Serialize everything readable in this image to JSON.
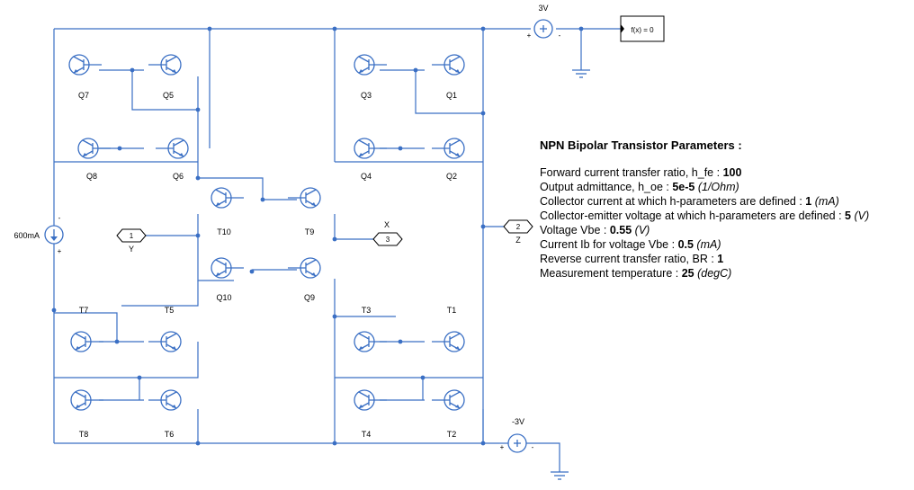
{
  "supplies": {
    "vpos_label": "3V",
    "vneg_label": "-3V",
    "isrc_label": "600mA",
    "plus": "+",
    "minus": "-"
  },
  "scope": {
    "label": "f(x) = 0"
  },
  "ports": [
    {
      "id": "1",
      "name": "Y"
    },
    {
      "id": "2",
      "name": "Z"
    },
    {
      "id": "3",
      "name": "X"
    }
  ],
  "transistors": [
    "Q7",
    "Q5",
    "Q3",
    "Q1",
    "Q8",
    "Q6",
    "Q4",
    "Q2",
    "T10",
    "T9",
    "Q10",
    "Q9",
    "T7",
    "T5",
    "T3",
    "T1",
    "T8",
    "T6",
    "T4",
    "T2"
  ],
  "parameters": {
    "title": "NPN Bipolar Transistor Parameters :",
    "rows": [
      {
        "label": "Forward current transfer ratio, h_fe : ",
        "value": "100",
        "unit": ""
      },
      {
        "label": "Output admittance, h_oe : ",
        "value": "5e-5",
        "unit": " (1/Ohm)"
      },
      {
        "label": "Collector current at which h-parameters are defined : ",
        "value": "1",
        "unit": " (mA)"
      },
      {
        "label": "Collector-emitter voltage at which h-parameters are defined : ",
        "value": "5",
        "unit": " (V)"
      },
      {
        "label": "Voltage Vbe : ",
        "value": "0.55",
        "unit": " (V)"
      },
      {
        "label": "Current Ib for voltage Vbe : ",
        "value": "0.5",
        "unit": " (mA)"
      },
      {
        "label": "Reverse current transfer ratio, BR : ",
        "value": "1",
        "unit": ""
      },
      {
        "label": "Measurement temperature : ",
        "value": "25",
        "unit": " (degC)"
      }
    ]
  }
}
